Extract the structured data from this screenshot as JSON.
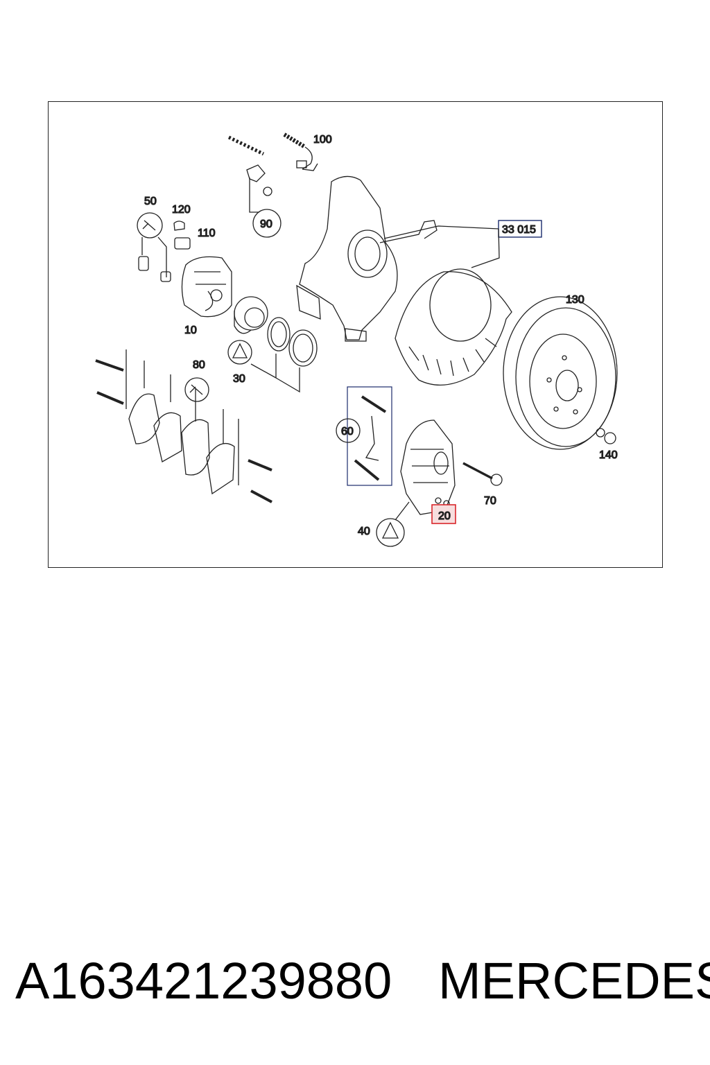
{
  "diagram": {
    "callouts": {
      "c100": "100",
      "c50": "50",
      "c120": "120",
      "c110": "110",
      "c90": "90",
      "c33015": "33 015",
      "c10": "10",
      "c130": "130",
      "c30": "30",
      "c80": "80",
      "c60": "60",
      "c140": "140",
      "c70": "70",
      "c20": "20",
      "c40": "40"
    },
    "highlight_color": "#d9262b",
    "highlight_fill": "#f7dede"
  },
  "footer": {
    "part_number": "A163421239880",
    "brand": "MERCEDES"
  }
}
